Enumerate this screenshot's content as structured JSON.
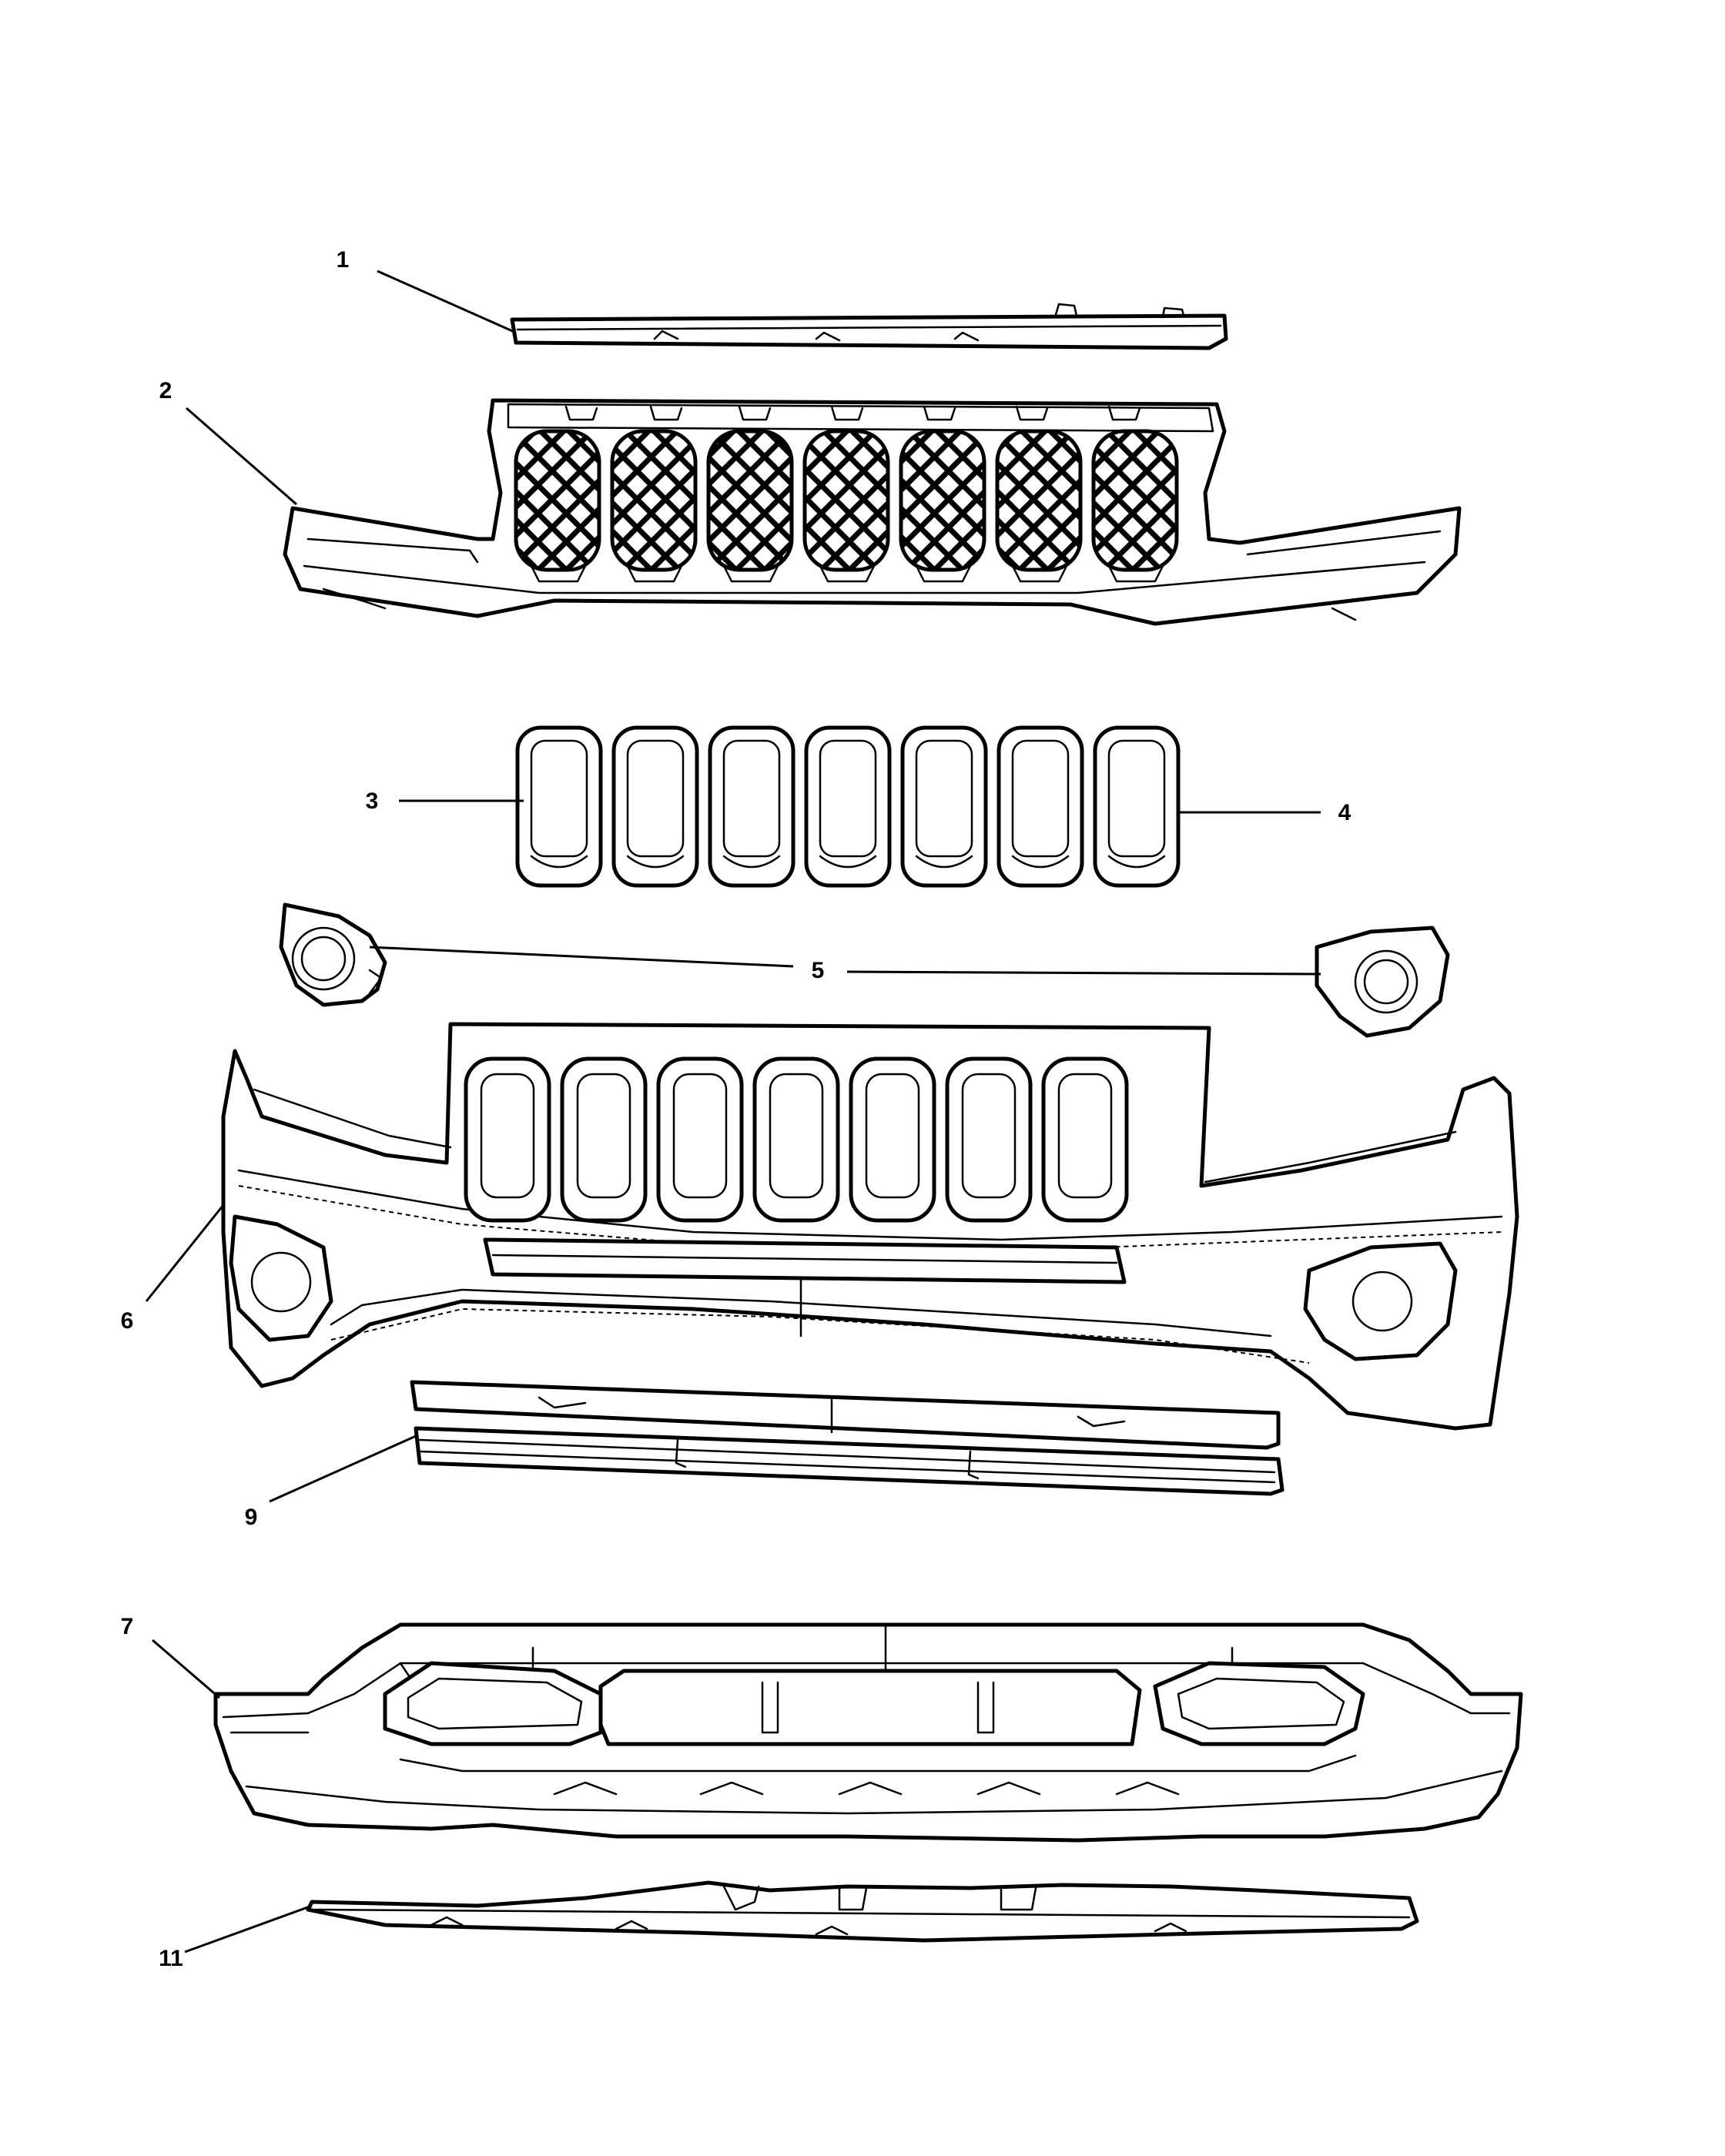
{
  "callouts": [
    "1",
    "2",
    "3",
    "4",
    "5",
    "6",
    "9",
    "7",
    "11"
  ]
}
